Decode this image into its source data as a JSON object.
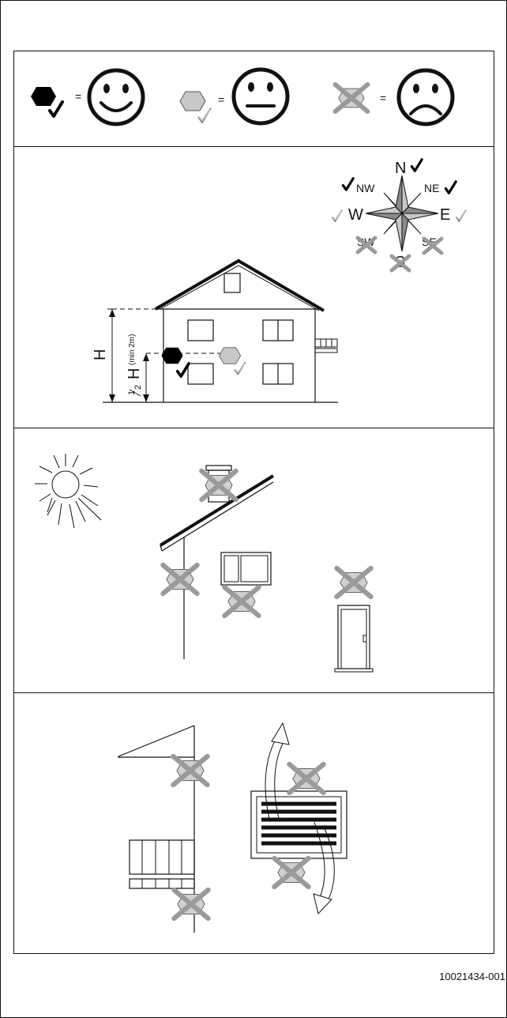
{
  "legend": {
    "equals": "="
  },
  "compass": {
    "n": "N",
    "ne": "NE",
    "e": "E",
    "se": "SE",
    "s": "S",
    "sw": "SW",
    "w": "W",
    "nw": "NW"
  },
  "house_dims": {
    "h": "H",
    "half_num": "1",
    "half_den": "2",
    "half_h": "H",
    "min": "(min 2m)"
  },
  "ref_code": "10021434-001",
  "colors": {
    "line": "#111111",
    "sensor_dark": "#000000",
    "sensor_light": "#bdbdbd",
    "cross": "#9a9a9a",
    "compass_light": "#bdbdbd",
    "compass_dark": "#8a8a8a"
  }
}
